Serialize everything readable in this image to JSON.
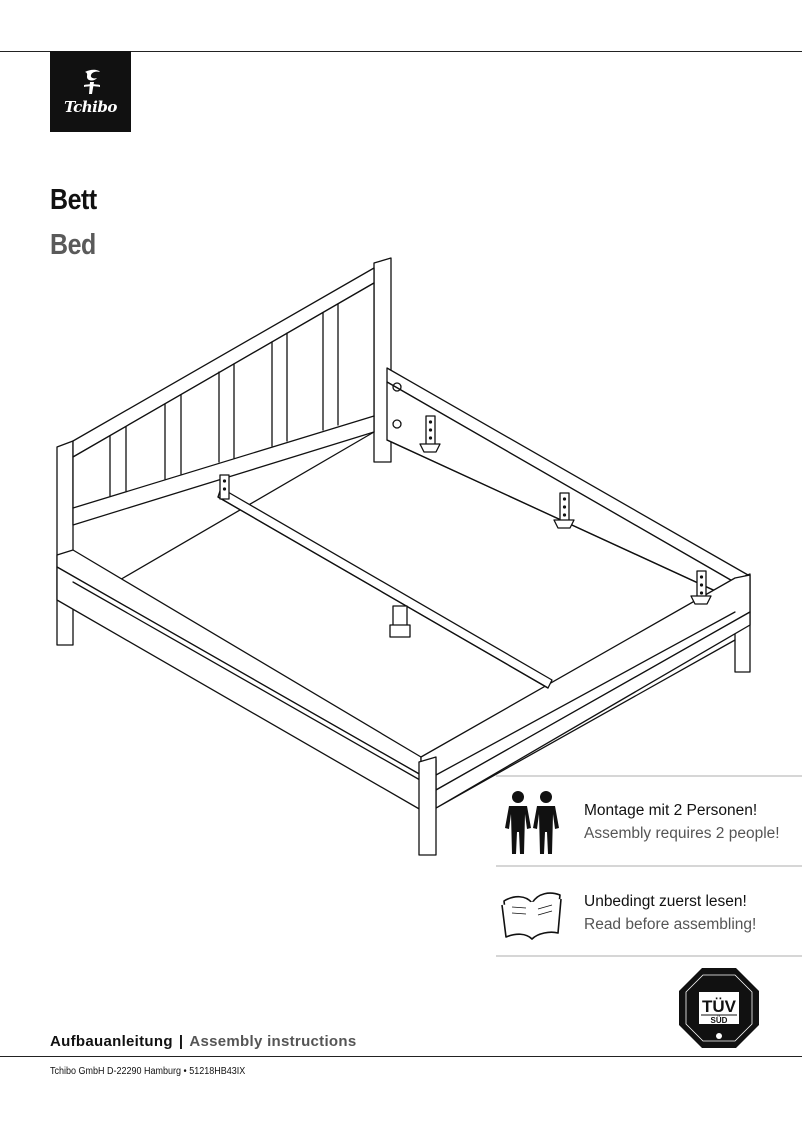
{
  "header": {
    "logo_text": "Tchibo"
  },
  "title": {
    "de": "Bett",
    "en": "Bed"
  },
  "illustration": {
    "icon": "bed-frame-line-drawing"
  },
  "notes": [
    {
      "icon": "two-people-icon",
      "de": "Montage mit 2 Personen!",
      "en": "Assembly requires 2 people!"
    },
    {
      "icon": "open-book-icon",
      "de": "Unbedingt zuerst lesen!",
      "en": "Read before assembling!"
    }
  ],
  "certification": {
    "label": "TÜV",
    "sublabel": "SÜD",
    "icon": "tuv-sud-seal-icon"
  },
  "footer": {
    "title_de": "Aufbauanleitung",
    "separator": "|",
    "title_en": "Assembly instructions",
    "address": "Tchibo GmbH D-22290 Hamburg • 51218HB43IX"
  }
}
